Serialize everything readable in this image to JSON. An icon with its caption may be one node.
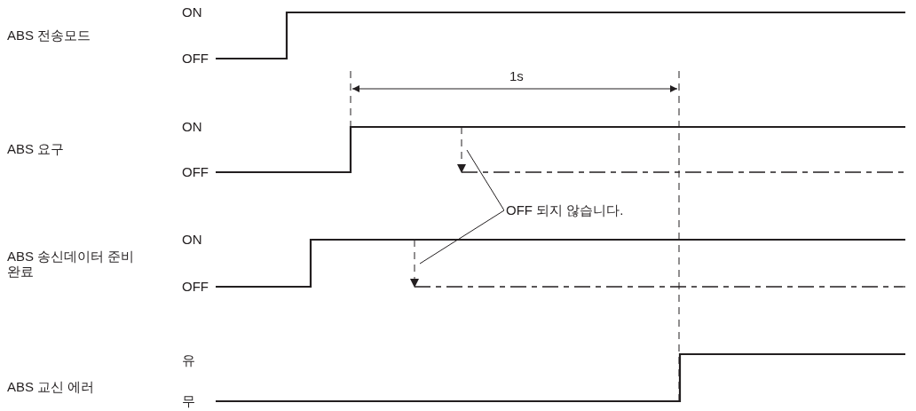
{
  "diagram": {
    "nodes": [
      {
        "text": [
          "OFF 되지 않습니다."
        ]
      },
      {
        "text": [],
        "shape": "arrow"
      },
      {
        "text": [],
        "shape": "arrow"
      }
    ],
    "edges": [
      {
        "from": 0,
        "to": 1,
        "arrow": "none"
      },
      {
        "from": 0,
        "to": 2,
        "arrow": "none"
      }
    ],
    "labels": [
      "ABS 전송모드",
      "ON",
      "OFF",
      "1s",
      "ABS 요구",
      "ON",
      "OFF",
      "ABS 송신데이터 준비완료",
      "ON",
      "OFF",
      "유",
      "ABS 교신 에러",
      "무"
    ]
  }
}
